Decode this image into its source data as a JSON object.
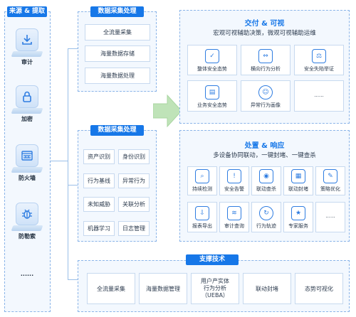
{
  "source": {
    "header": "来源 & 提取",
    "items": [
      {
        "label": "审计",
        "icon": "download-tray-icon"
      },
      {
        "label": "加密",
        "icon": "padlock-icon"
      },
      {
        "label": "防火墙",
        "icon": "firewall-window-icon"
      },
      {
        "label": "防勒索",
        "icon": "bug-icon"
      },
      {
        "label": "......",
        "icon": ""
      }
    ]
  },
  "collect_top": {
    "header": "数据采集处理",
    "items": [
      "全流量采集",
      "海量数据存储",
      "海量数据处理"
    ]
  },
  "collect_bottom": {
    "header": "数据采集处理",
    "items": [
      "资产识别",
      "身份识别",
      "行为基线",
      "异常行为",
      "未知威胁",
      "关联分析",
      "机器学习",
      "日志管理"
    ]
  },
  "delivery": {
    "title": "交付 & 可视",
    "subtitle": "宏观可视辅助决策，微观可视辅助运维",
    "cards": [
      {
        "label": "整体安全态势",
        "icon": "shield-check-icon"
      },
      {
        "label": "横向行为分析",
        "icon": "horizontal-analysis-icon"
      },
      {
        "label": "安全失陷举证",
        "icon": "gavel-icon"
      },
      {
        "label": "业务安全态势",
        "icon": "printer-monitor-icon"
      },
      {
        "label": "异常行为画像",
        "icon": "user-portrait-icon"
      },
      {
        "label": "......",
        "icon": ""
      }
    ]
  },
  "response": {
    "title": "处置 & 响应",
    "subtitle": "多设备协同联动，一键封堵、一键查杀",
    "cards": [
      {
        "label": "持续检测",
        "icon": "search-scan-icon"
      },
      {
        "label": "安全告警",
        "icon": "alert-shield-icon"
      },
      {
        "label": "联动查杀",
        "icon": "kill-icon"
      },
      {
        "label": "联动封堵",
        "icon": "block-icon"
      },
      {
        "label": "策略优化",
        "icon": "strategy-icon"
      },
      {
        "label": "报表导出",
        "icon": "report-export-icon"
      },
      {
        "label": "审计查询",
        "icon": "database-icon"
      },
      {
        "label": "行为轨迹",
        "icon": "trajectory-icon"
      },
      {
        "label": "专家服务",
        "icon": "expert-icon"
      },
      {
        "label": "......",
        "icon": ""
      }
    ]
  },
  "support": {
    "header": "支撑技术",
    "items": [
      "全流量采集",
      "海量数据管理",
      "用户产实体\n行为分析\n（UEBA）",
      "联动封堵",
      "态势可视化"
    ]
  },
  "colors": {
    "accent": "#1677e8",
    "panel": "#f3f8fe",
    "arrow": "#b6dfb0"
  }
}
